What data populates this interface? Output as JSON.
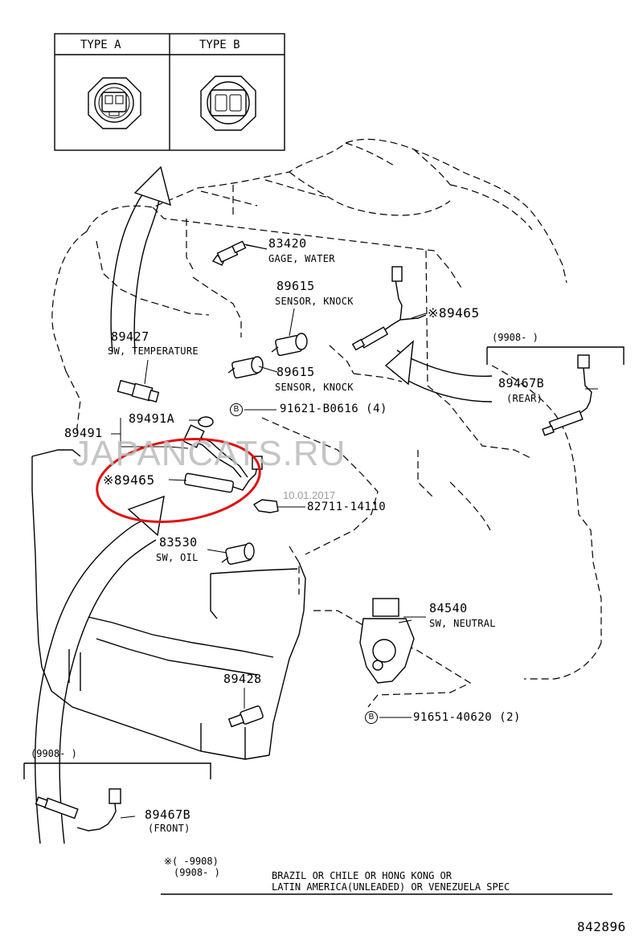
{
  "type_box": {
    "type_a": "TYPE A",
    "type_b": "TYPE B"
  },
  "watermark": "JAPANCATS.RU",
  "date_stamp": "10.01.2017",
  "parts": {
    "p83420": {
      "number": "83420",
      "desc": "GAGE, WATER"
    },
    "p89615_a": {
      "number": "89615",
      "desc": "SENSOR, KNOCK"
    },
    "p89465_top": {
      "number": "※89465"
    },
    "p89427": {
      "number": "89427",
      "desc": "SW, TEMPERATURE"
    },
    "p89615_b": {
      "number": "89615",
      "desc": "SENSOR, KNOCK"
    },
    "p89491": {
      "number": "89491"
    },
    "p89491a": {
      "number": "89491A"
    },
    "p91621": {
      "marker": "B",
      "number": "91621-B0616 (4)"
    },
    "p89465_mid": {
      "number": "※89465"
    },
    "p82711": {
      "number": "82711-14110"
    },
    "p83530": {
      "number": "83530",
      "desc": "SW, OIL"
    },
    "p84540": {
      "number": "84540",
      "desc": "SW, NEUTRAL"
    },
    "p89428": {
      "number": "89428"
    },
    "p91651": {
      "marker": "B",
      "number": "91651-40620 (2)"
    },
    "p89467b_rear": {
      "number": "89467B",
      "desc": "(REAR)"
    },
    "p89467b_front": {
      "number": "89467B",
      "desc": "(FRONT)"
    }
  },
  "date_ranges": {
    "rear_box": "(9908-      )",
    "front_box": "(9908-      )"
  },
  "footnote": {
    "line1": "※(      -9908)",
    "line2_range": "(9908-      )",
    "line2_text": "BRAZIL OR CHILE OR HONG KONG OR",
    "line3_text": "LATIN AMERICA(UNLEADED) OR VENEZUELA SPEC"
  },
  "diagram_id": "842896",
  "highlight_color": "#e01010"
}
